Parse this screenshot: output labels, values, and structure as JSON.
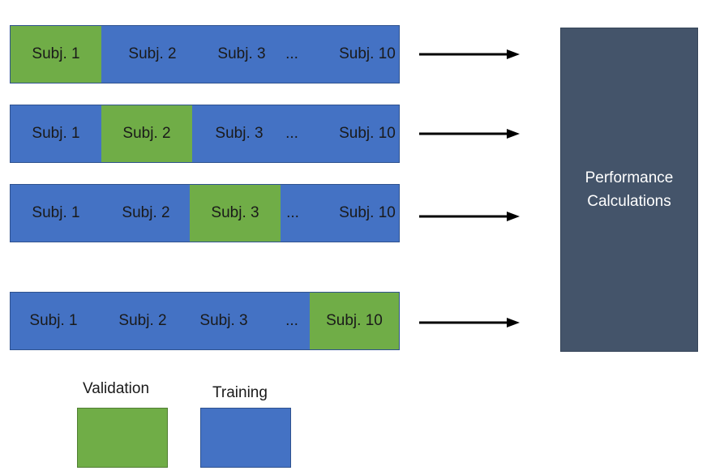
{
  "folds": [
    [
      "Subj. 1",
      "Subj. 2",
      "Subj. 3",
      "...",
      "Subj. 10"
    ],
    [
      "Subj. 1",
      "Subj. 2",
      "Subj. 3",
      "...",
      "Subj. 10"
    ],
    [
      "Subj. 1",
      "Subj. 2",
      "Subj. 3",
      "...",
      "Subj. 10"
    ],
    [
      "Subj. 1",
      "Subj. 2",
      "Subj. 3",
      "...",
      "Subj. 10"
    ]
  ],
  "performance": {
    "line1": "Performance",
    "line2": "Calculations"
  },
  "legend": {
    "validation": "Validation",
    "training": "Training"
  },
  "colors": {
    "validation": "#70ad47",
    "training": "#4472c4",
    "performance_box": "#44546a"
  }
}
